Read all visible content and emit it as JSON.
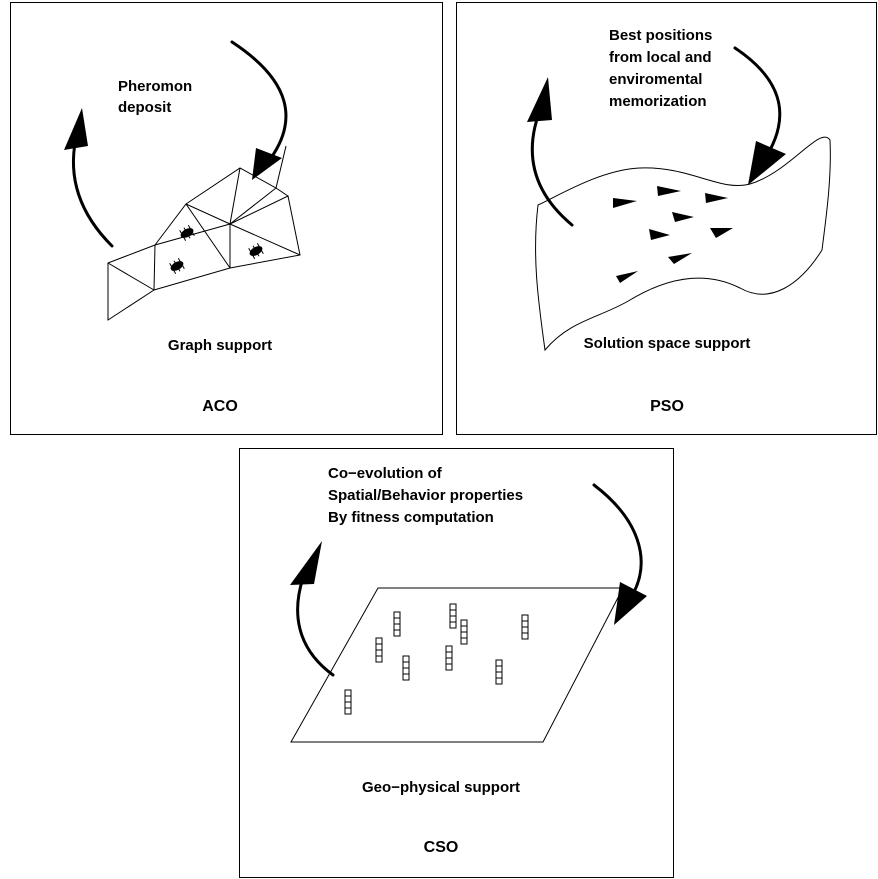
{
  "aco": {
    "caption_lines": [
      "Pheromon",
      "deposit"
    ],
    "support_label": "Graph support",
    "title": "ACO"
  },
  "pso": {
    "caption_lines": [
      "Best positions",
      "from local and",
      "enviromental",
      "memorization"
    ],
    "support_label": "Solution space support",
    "title": "PSO"
  },
  "cso": {
    "caption_lines": [
      "Co−evolution of",
      "Spatial/Behavior properties",
      "By fitness computation"
    ],
    "support_label": "Geo−physical support",
    "title": "CSO"
  },
  "icons": {
    "ant": "ant-icon",
    "particle": "particle-triangle-icon",
    "agent": "cell-stack-icon",
    "arrow": "curved-arrow-icon"
  },
  "colors": {
    "ink": "#000000",
    "background": "#ffffff"
  }
}
